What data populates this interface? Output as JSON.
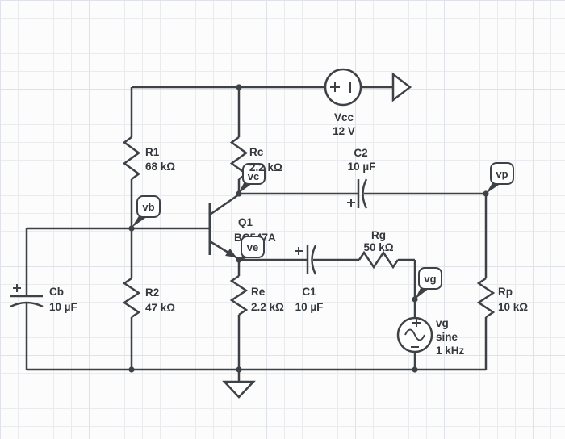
{
  "canvas": {
    "background": "#fcfcfd",
    "grid_color": "#e9ebef",
    "grid_major_color": "#dfe2e8",
    "wire_color": "#3e4247",
    "text_color": "#34383c",
    "label_box_fill": "#ffffff"
  },
  "components": {
    "vcc": {
      "name": "Vcc",
      "value": "12 V"
    },
    "r1": {
      "name": "R1",
      "value": "68 kΩ"
    },
    "rc": {
      "name": "Rc",
      "value": "2.2 kΩ"
    },
    "r2": {
      "name": "R2",
      "value": "47 kΩ"
    },
    "re": {
      "name": "Re",
      "value": "2.2 kΩ"
    },
    "rg": {
      "name": "Rg",
      "value": "50 kΩ"
    },
    "rp": {
      "name": "Rp",
      "value": "10 kΩ"
    },
    "c1": {
      "name": "C1",
      "value": "10 µF"
    },
    "c2": {
      "name": "C2",
      "value": "10 µF"
    },
    "cb": {
      "name": "Cb",
      "value": "10 µF"
    },
    "q1": {
      "name": "Q1",
      "value": "BC547A"
    },
    "vg": {
      "name": "vg",
      "value_line1": "sine",
      "value_line2": "1 kHz"
    }
  },
  "nodes": {
    "vb": "vb",
    "vc": "vc",
    "ve": "ve",
    "vp": "vp",
    "vg": "vg"
  }
}
